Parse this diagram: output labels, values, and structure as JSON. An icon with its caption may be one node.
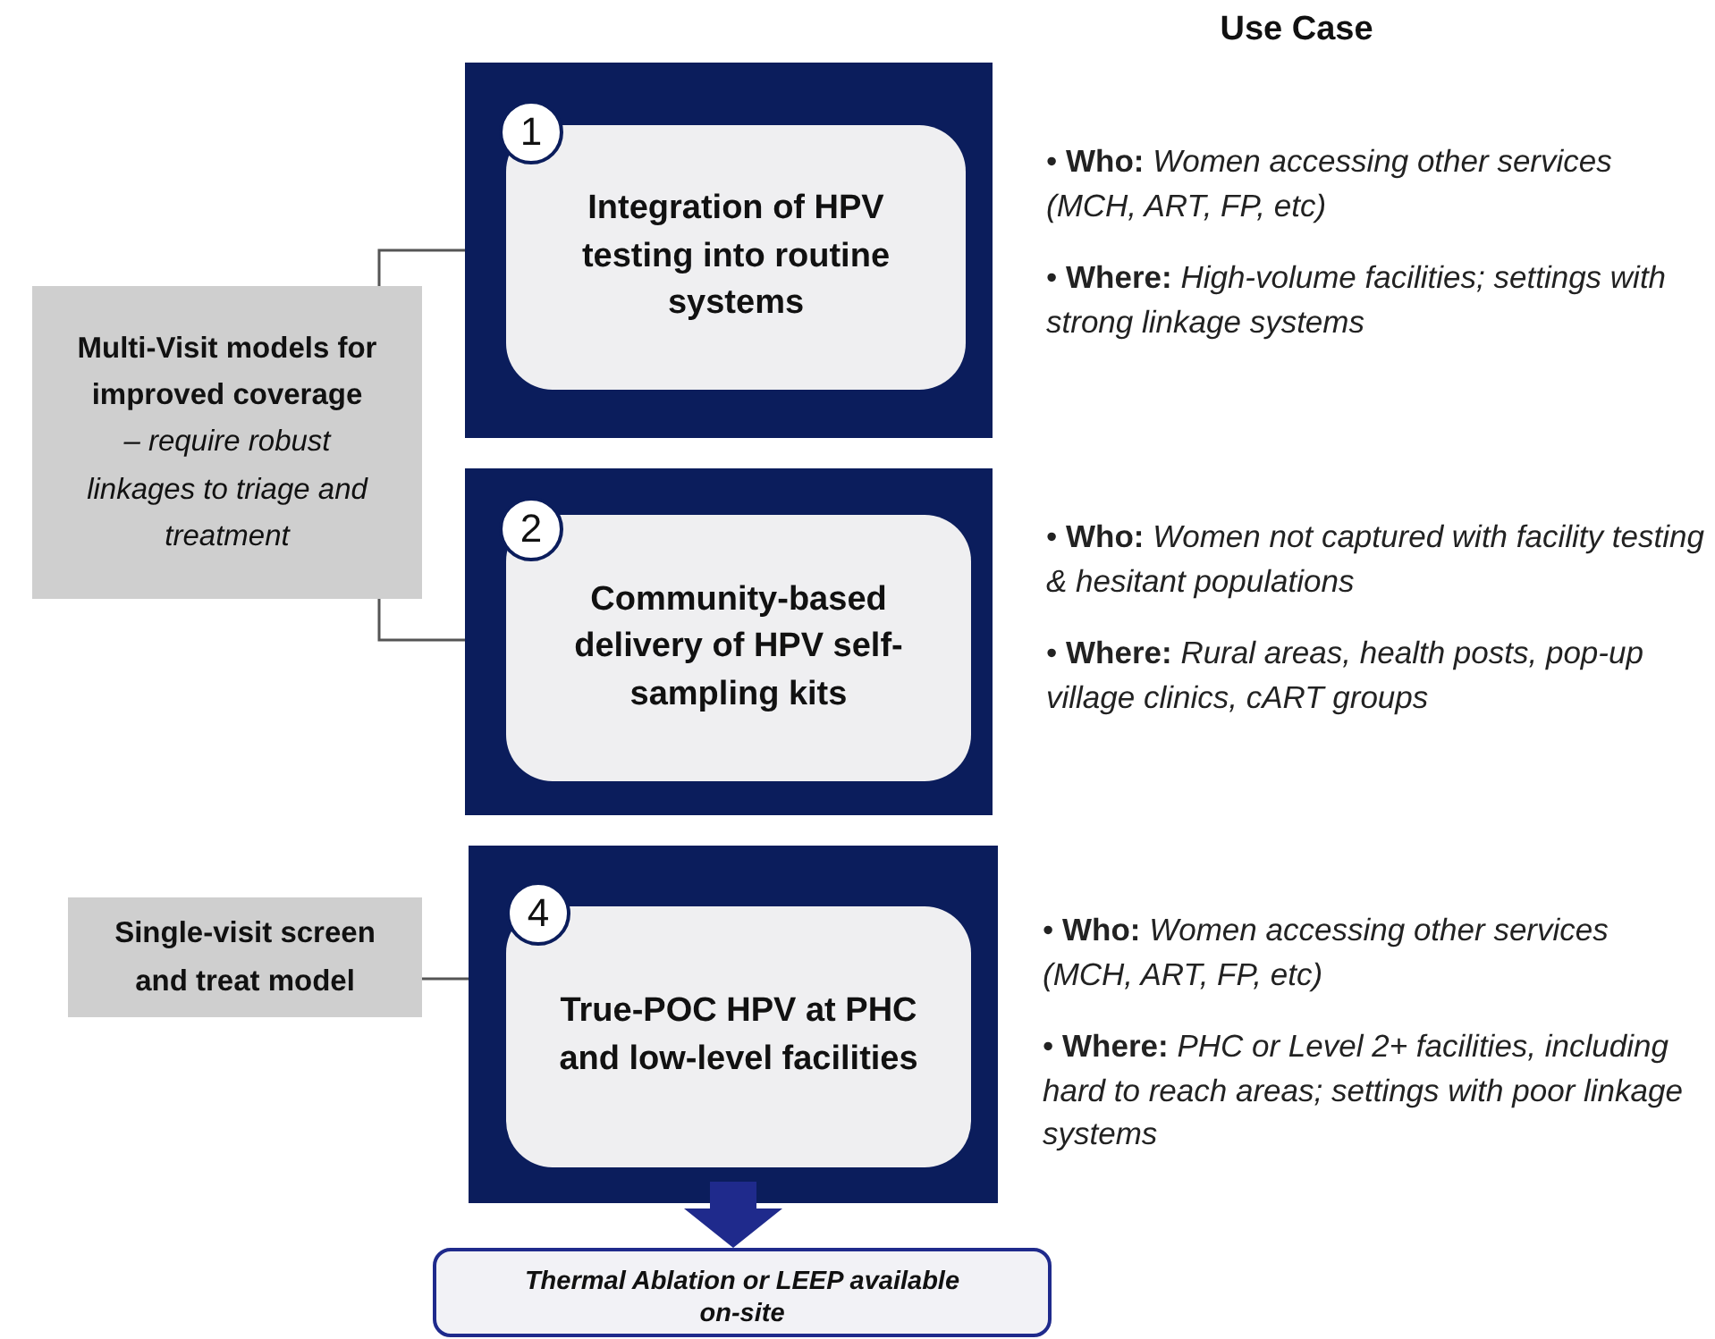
{
  "diagram": {
    "nodes": [
      {
        "text": [],
        "shape": "box"
      },
      {
        "text": [
          "1"
        ],
        "in": 0
      },
      {
        "text": [
          "Integration of HPV testing into routine systems"
        ],
        "in": 0
      },
      {
        "text": [],
        "shape": "box"
      },
      {
        "text": [
          "2"
        ],
        "in": 3
      },
      {
        "text": [
          "Community-based delivery of HPV self-sampling kits"
        ],
        "in": 3
      },
      {
        "text": [],
        "shape": "box"
      },
      {
        "text": [
          "4"
        ],
        "in": 6
      },
      {
        "text": [
          "True-POC HPV at PHC and low-level facilities"
        ],
        "in": 6
      },
      {
        "text": [
          "Multi-Visit models for improved coverage",
          "– require robust linkages to triage and treatment"
        ]
      },
      {
        "text": [
          "Single-visit screen and treat model"
        ]
      },
      {
        "text": [
          "Thermal Ablation or LEEP available on-site"
        ]
      }
    ],
    "edges": [
      {
        "from": 9,
        "to": 0,
        "arrow": "none"
      },
      {
        "from": 9,
        "to": 3,
        "arrow": "none"
      },
      {
        "from": 10,
        "to": 6,
        "arrow": "none"
      },
      {
        "from": 6,
        "to": 11,
        "arrow": "to",
        "style": "thick",
        "color": "#1f2a8c"
      }
    ],
    "labels": [
      "Use Case",
      "• **Who:** *Women accessing other services (MCH, ART, FP, etc)*",
      "• **Where:** *High-volume facilities; settings with strong linkage systems*",
      "• **Who:** *Women not captured with facility testing & hesitant populations*",
      "• **Where:** *Rural areas, health posts, pop-up village clinics, cART groups*",
      "• **Who:** *Women accessing other services (MCH, ART, FP, etc)*",
      "• **Where:** *PHC or Level 2+ facilities, including hard to reach areas; settings with poor linkage systems*"
    ]
  }
}
